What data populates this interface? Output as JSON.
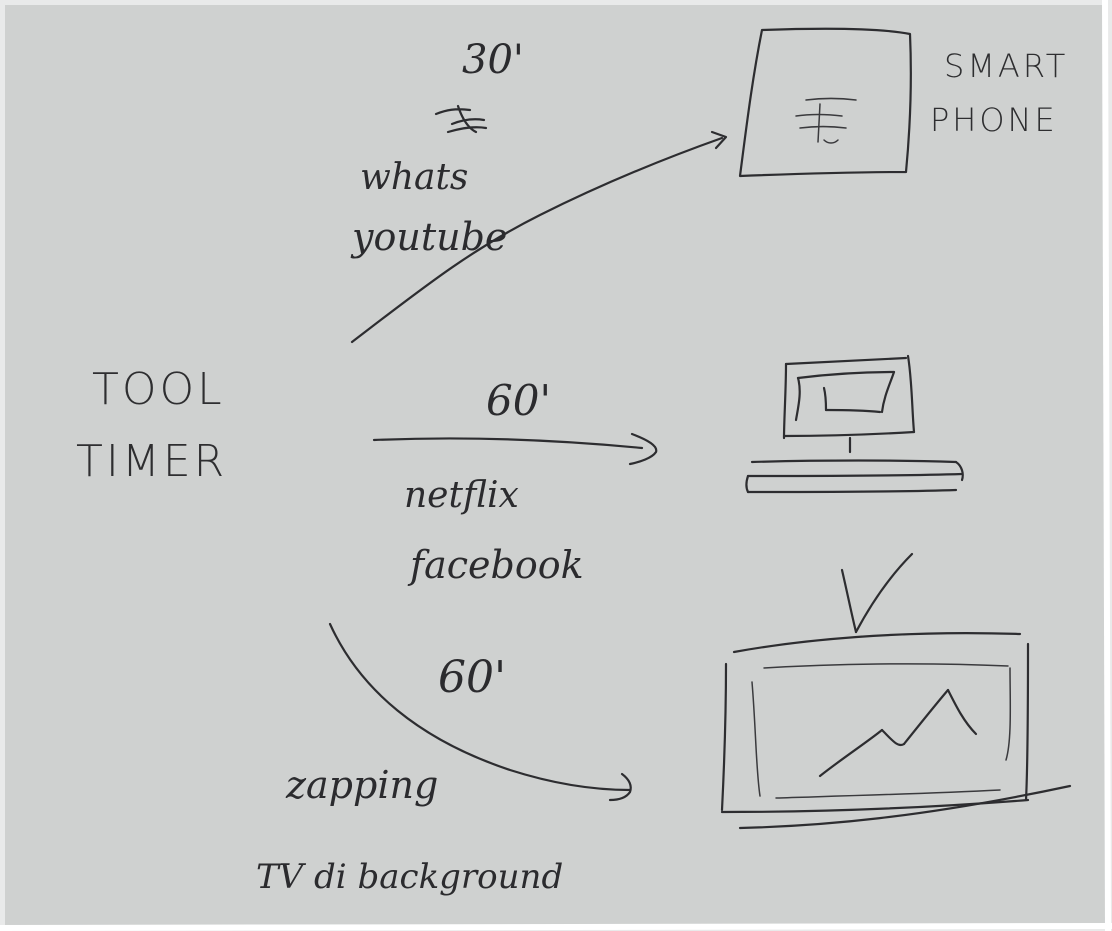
{
  "paper_color": "#cfd1d0",
  "ink_color": "#2d2d30",
  "title": {
    "line1": "TOOL",
    "line2": "TIMER"
  },
  "devices": {
    "smartphone": {
      "label_line1": "SMART",
      "label_line2": "PHONE"
    }
  },
  "flows": [
    {
      "time": "30'",
      "apps_line1": "whats",
      "apps_line2": "youtube"
    },
    {
      "time": "60'",
      "apps_line1": "netflix",
      "apps_line2": "facebook"
    },
    {
      "time": "60'",
      "apps_line1": "zapping",
      "apps_line2": "TV di background"
    }
  ]
}
